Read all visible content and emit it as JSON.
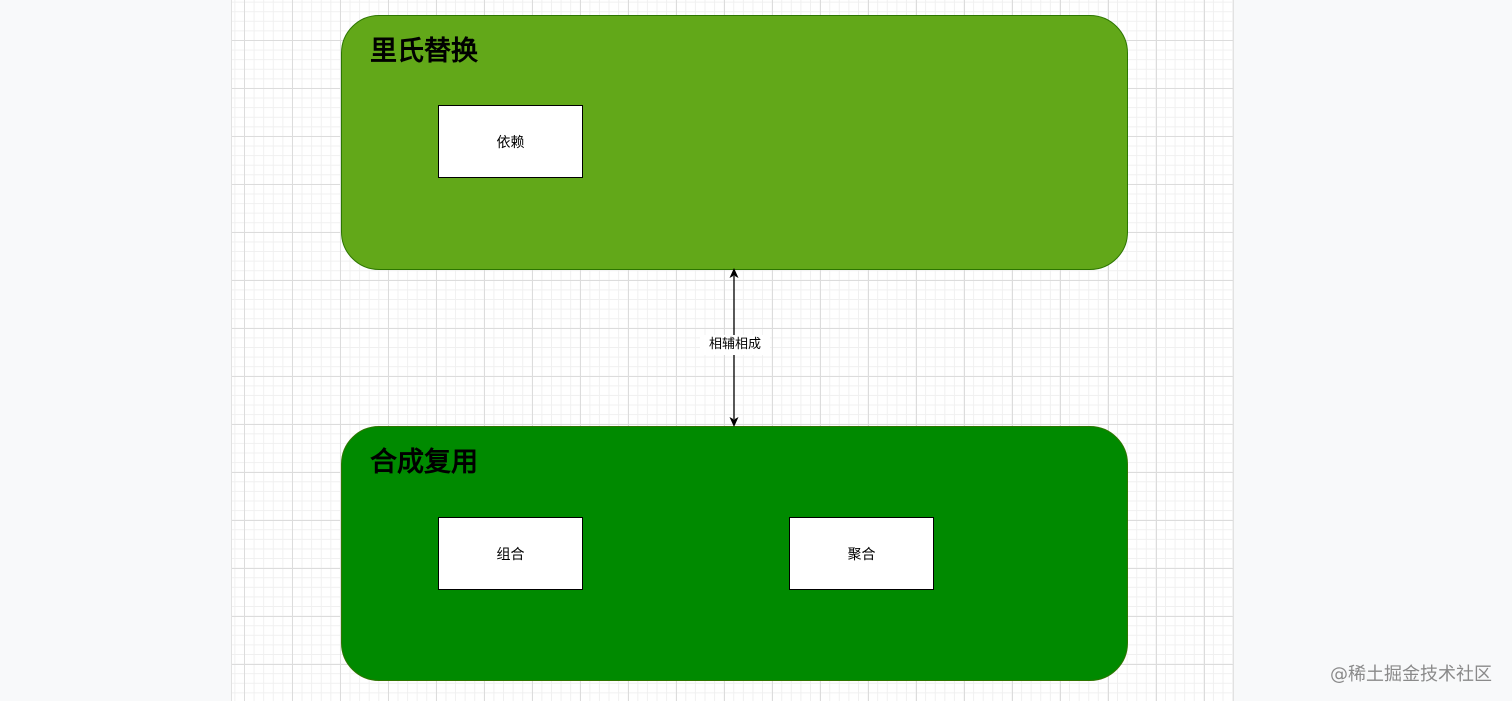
{
  "diagram": {
    "groups": [
      {
        "title": "里氏替换",
        "fill": "#62a819",
        "nodes": [
          {
            "label": "依赖"
          }
        ]
      },
      {
        "title": "合成复用",
        "fill": "#008a00",
        "nodes": [
          {
            "label": "组合"
          },
          {
            "label": "聚合"
          }
        ]
      }
    ],
    "edge": {
      "label": "相辅相成",
      "direction": "bidirectional",
      "from": "里氏替换",
      "to": "合成复用"
    }
  },
  "watermark": "@稀土掘金技术社区"
}
